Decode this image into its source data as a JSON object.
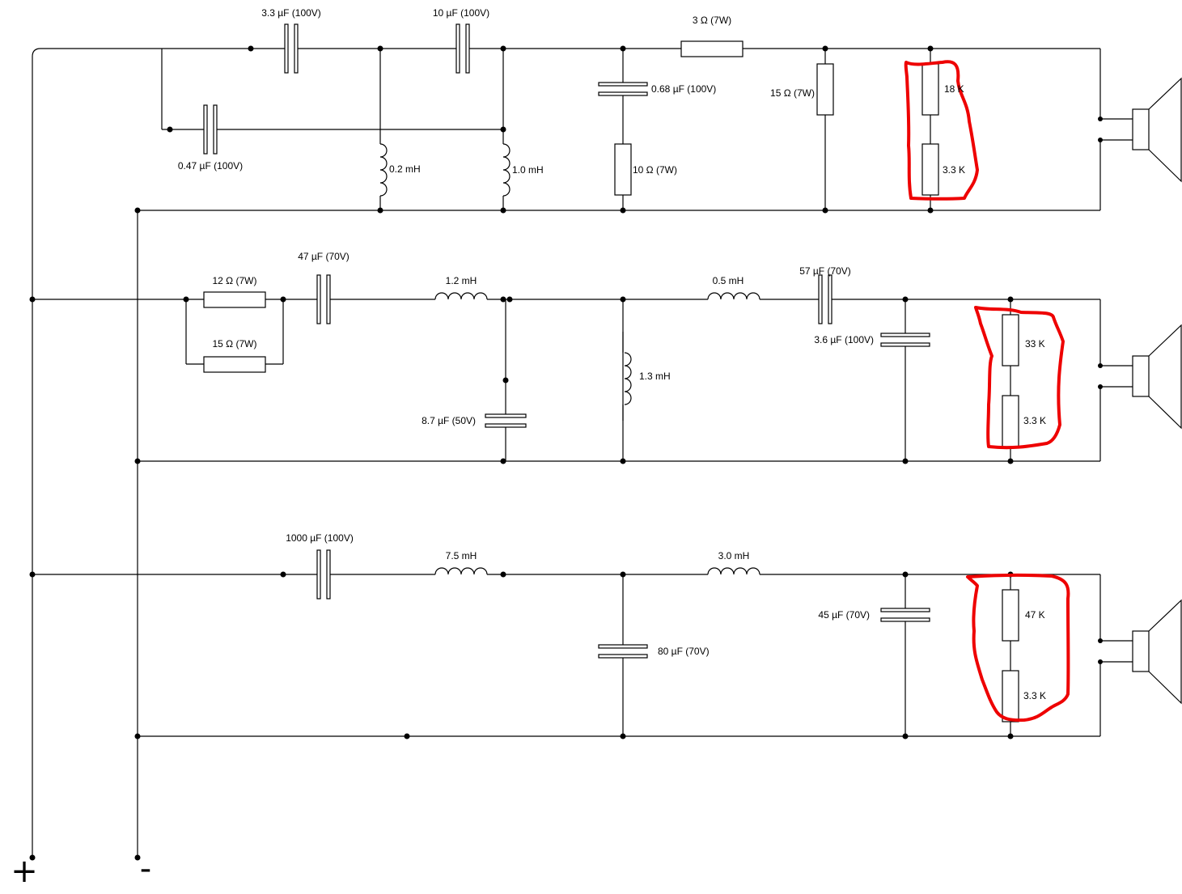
{
  "terminals": {
    "plus": "+",
    "minus": "-"
  },
  "tweeter": {
    "c1": "3.3 µF (100V)",
    "c2": "10 µF (100V)",
    "c3": "0.47 µF (100V)",
    "l1": "0.2 mH",
    "l2": "1.0 mH",
    "r_series": "3 Ω (7W)",
    "c_shunt": "0.68 µF (100V)",
    "r_shunt": "10 Ω (7W)",
    "r_load": "15 Ω (7W)",
    "div_top": "18 K",
    "div_bottom": "3.3 K"
  },
  "mid": {
    "r1": "12 Ω (7W)",
    "r2": "15 Ω (7W)",
    "c1": "47 µF (70V)",
    "l1": "1.2 mH",
    "c_shunt1": "8.7 µF (50V)",
    "l_shunt": "1.3 mH",
    "l2": "0.5 mH",
    "c2": "57 µF (70V)",
    "c_shunt2": "3.6 µF (100V)",
    "div_top": "33 K",
    "div_bottom": "3.3 K"
  },
  "woofer": {
    "c1": "1000 µF (100V)",
    "l1": "7.5 mH",
    "c_shunt1": "80 µF (70V)",
    "l2": "3.0 mH",
    "c_shunt2": "45 µF (70V)",
    "div_top": "47 K",
    "div_bottom": "3.3 K"
  },
  "colors": {
    "wire": "#000000",
    "annotation": "#ee0000"
  }
}
